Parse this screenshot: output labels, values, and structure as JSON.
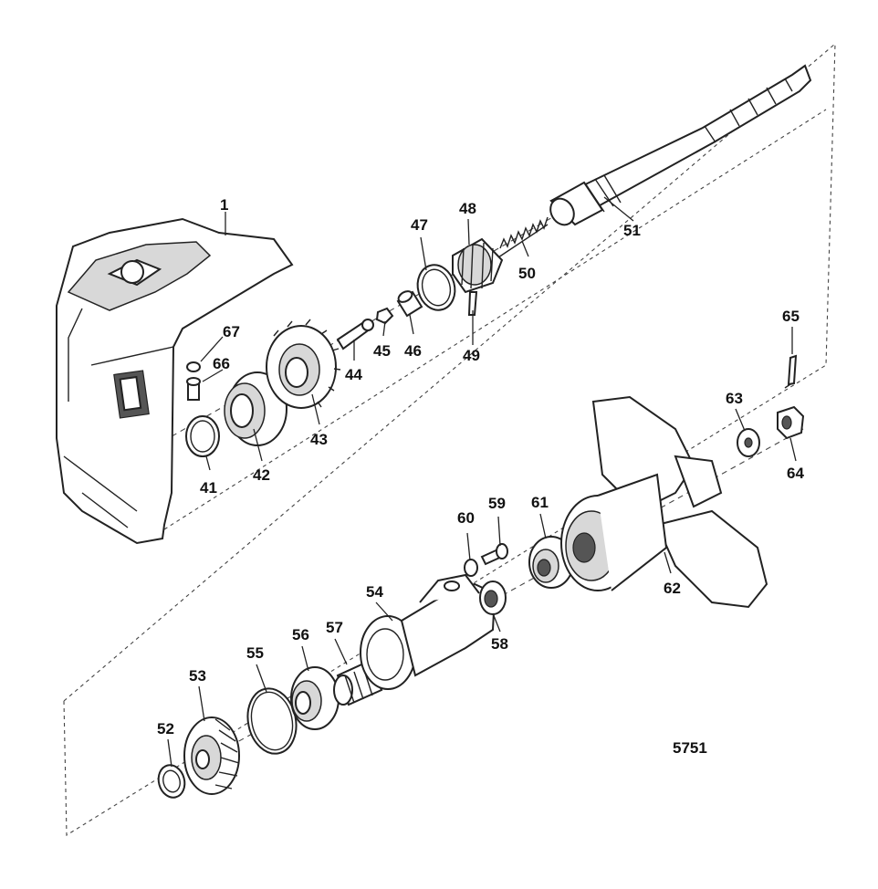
{
  "reference_number": "5751",
  "callouts": [
    {
      "id": "1",
      "part": "gear-housing"
    },
    {
      "id": "41",
      "part": "seal-ring"
    },
    {
      "id": "42",
      "part": "ball-bearing"
    },
    {
      "id": "43",
      "part": "clutch-dog"
    },
    {
      "id": "44",
      "part": "cam-follower"
    },
    {
      "id": "45",
      "part": "spring-retainer"
    },
    {
      "id": "46",
      "part": "bushing"
    },
    {
      "id": "47",
      "part": "retaining-ring"
    },
    {
      "id": "48",
      "part": "pinion-gear"
    },
    {
      "id": "49",
      "part": "pin"
    },
    {
      "id": "50",
      "part": "spring"
    },
    {
      "id": "51",
      "part": "drive-shaft"
    },
    {
      "id": "52",
      "part": "thrust-washer"
    },
    {
      "id": "53",
      "part": "bevel-gear"
    },
    {
      "id": "54",
      "part": "bearing-carrier"
    },
    {
      "id": "55",
      "part": "o-ring"
    },
    {
      "id": "56",
      "part": "roller-bearing"
    },
    {
      "id": "57",
      "part": "needle-bearing"
    },
    {
      "id": "58",
      "part": "oil-seal"
    },
    {
      "id": "59",
      "part": "screw"
    },
    {
      "id": "60",
      "part": "washer"
    },
    {
      "id": "61",
      "part": "thrust-hub"
    },
    {
      "id": "62",
      "part": "propeller"
    },
    {
      "id": "63",
      "part": "washer"
    },
    {
      "id": "64",
      "part": "propeller-nut"
    },
    {
      "id": "65",
      "part": "cotter-pin"
    },
    {
      "id": "66",
      "part": "screw"
    },
    {
      "id": "67",
      "part": "washer"
    }
  ]
}
